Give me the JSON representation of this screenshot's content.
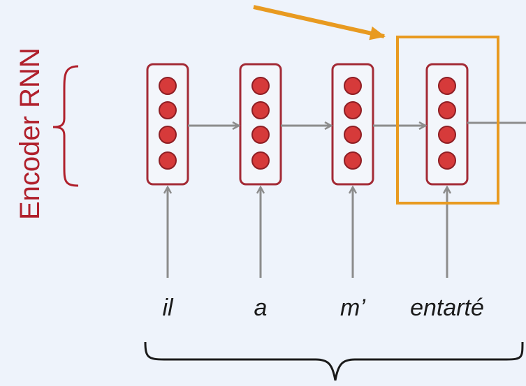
{
  "diagram": {
    "encoder_label": "Encoder RNN",
    "words": [
      "il",
      "a",
      "m’",
      "entarté"
    ],
    "units_per_cell": 4,
    "highlighted_cell_index": 3,
    "colors": {
      "background": "#eef3fb",
      "cell_border": "#a32a35",
      "cell_fill": "#f3f6fb",
      "neuron_fill": "#d63a3a",
      "neuron_stroke": "#8e1e24",
      "arrow": "#8c8c8c",
      "highlight": "#e89a20",
      "label": "#b0202c",
      "word_text": "#1a1a1a",
      "brace": "#b0202c",
      "bottom_brace": "#1a1a1a"
    }
  }
}
